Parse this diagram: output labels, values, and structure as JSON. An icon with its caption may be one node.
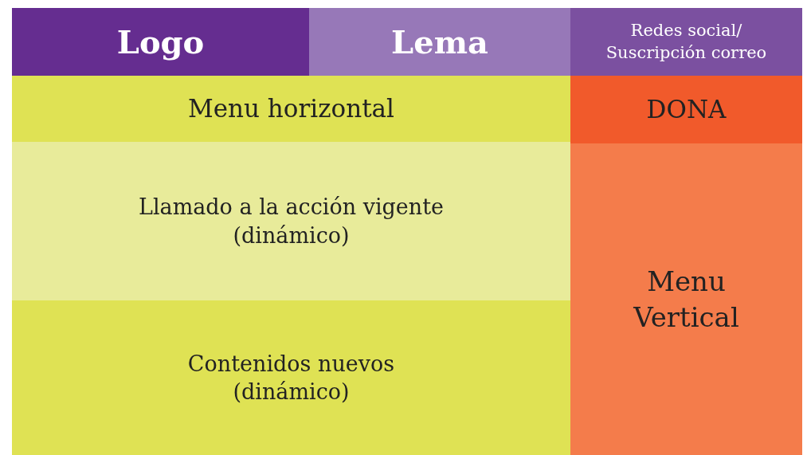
{
  "diagram": {
    "nodes": [
      {
        "text": [
          "Logo"
        ]
      },
      {
        "text": [
          "Lema"
        ]
      },
      {
        "text": [
          "Redes social/ Suscripción correo"
        ]
      },
      {
        "text": [
          "Menu horizontal"
        ]
      },
      {
        "text": [
          "DONA"
        ]
      },
      {
        "text": [
          "Llamado a la acción vigente (dinámico)"
        ]
      },
      {
        "text": [
          "Contenidos nuevos (dinámico)"
        ]
      },
      {
        "text": [
          "Menu Vertical"
        ]
      }
    ]
  }
}
